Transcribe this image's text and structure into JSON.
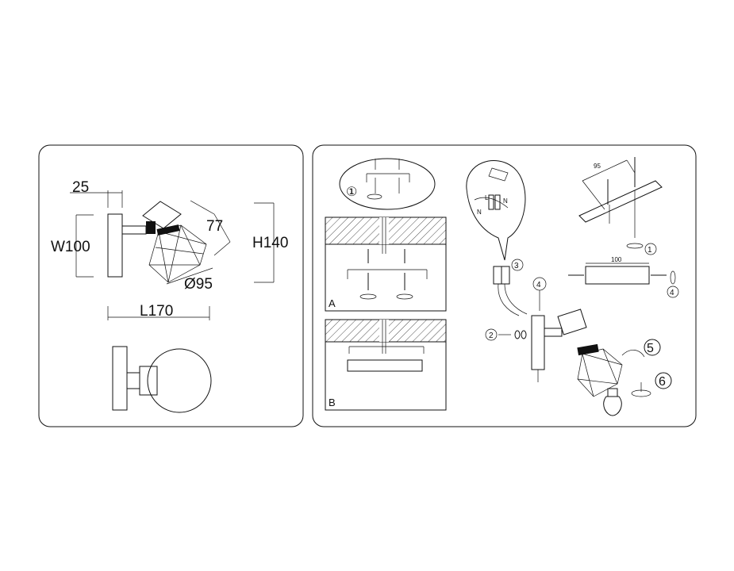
{
  "dimensions": {
    "depth_top": "25",
    "width": "W100",
    "height": "H140",
    "shade_height": "77",
    "diameter": "Ø95",
    "length": "L170"
  },
  "install": {
    "panel_a": "A",
    "panel_b": "B",
    "bracket_spacing": "95",
    "bracket_length": "100",
    "step_1": "①",
    "step_1b": "1",
    "step_2": "2",
    "step_3": "3",
    "step_4": "4",
    "step_4b": "4",
    "step_5": "5",
    "step_6": "6",
    "wire_l": "L",
    "wire_n": "N",
    "wire_n2": "N"
  }
}
